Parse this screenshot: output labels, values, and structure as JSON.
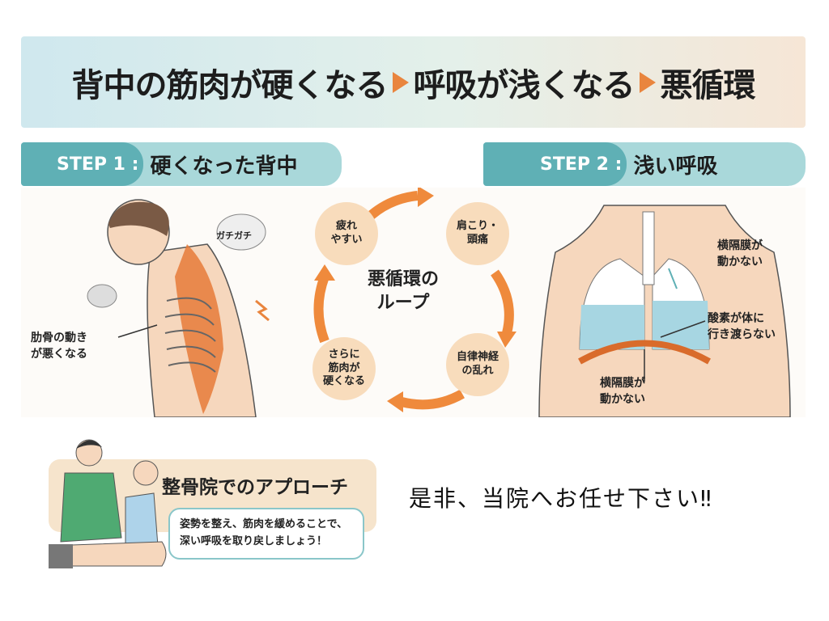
{
  "header": {
    "part1": "背中の筋肉が硬くなる",
    "part2": "呼吸が浅くなる",
    "part3": "悪循環"
  },
  "step1": {
    "label": "STEP 1 :",
    "title": "硬くなった背中",
    "callout": "ガチガチ",
    "rib_label": "肋骨の動き\nが悪くなる"
  },
  "step2": {
    "label": "STEP 2 :",
    "title": "浅い呼吸",
    "diaphragm_top": "横隔膜が\n動かない",
    "oxygen": "酸素が体に\n行き渡らない",
    "diaphragm_bottom": "横隔膜が\n動かない"
  },
  "cycle": {
    "center": "悪循環の\nループ",
    "nodes": [
      "疲れ\nやすい",
      "肩こり・\n頭痛",
      "自律神経\nの乱れ",
      "さらに\n筋肉が\n硬くなる"
    ]
  },
  "approach": {
    "title": "整骨院でのアプローチ",
    "message": "姿勢を整え、筋肉を緩めることで、\n深い呼吸を取り戻しましょう！"
  },
  "cta": "是非、当院へお任せ下さい‼",
  "colors": {
    "accent": "#e9853e",
    "teal": "#5fb0b5"
  }
}
